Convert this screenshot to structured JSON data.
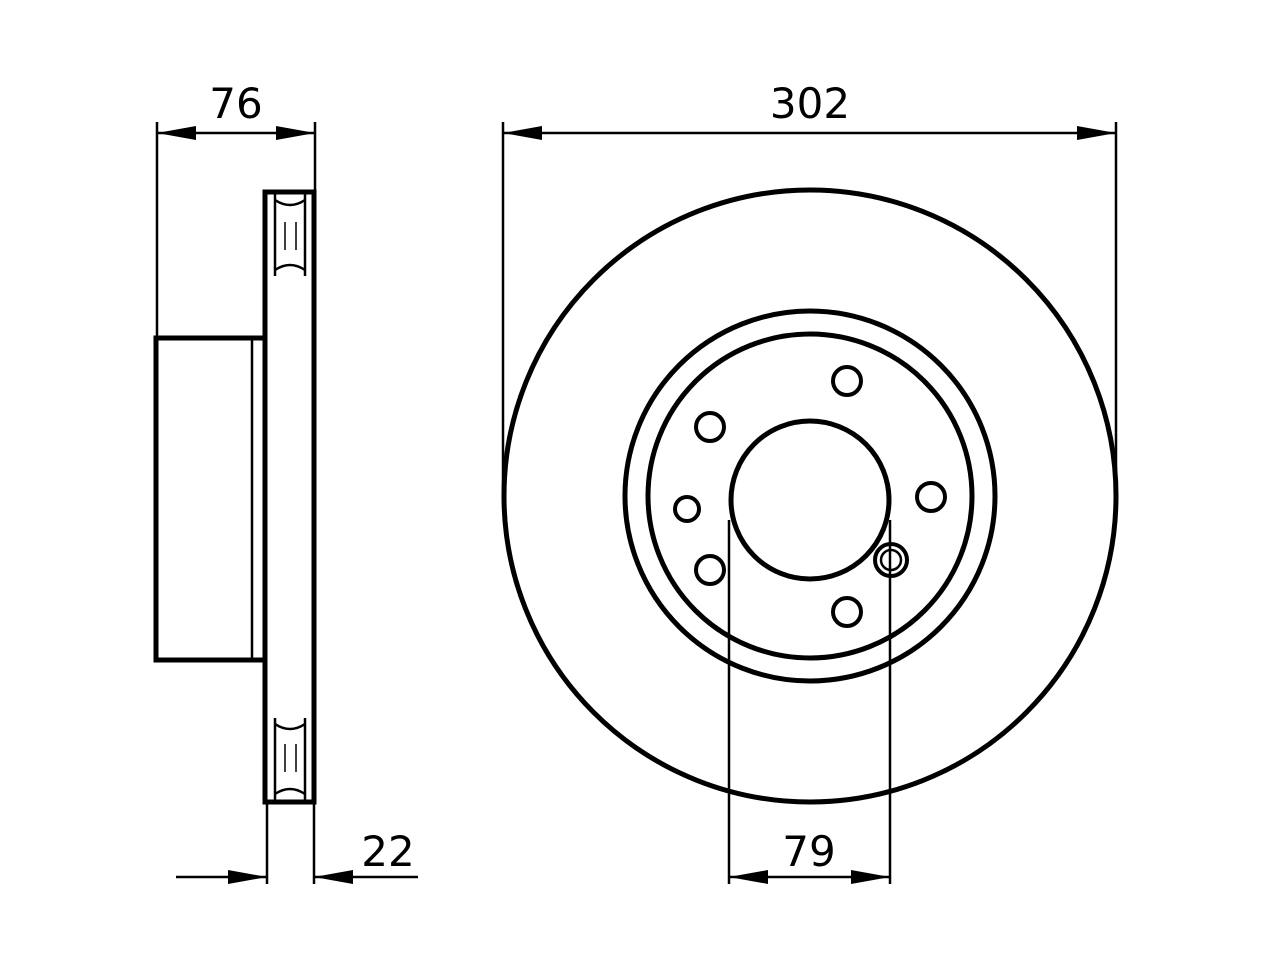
{
  "dimensions": {
    "hub_height": "76",
    "outer_diameter": "302",
    "center_bore": "79",
    "disc_thickness": "22"
  },
  "colors": {
    "line": "#000000",
    "background": "#ffffff"
  }
}
